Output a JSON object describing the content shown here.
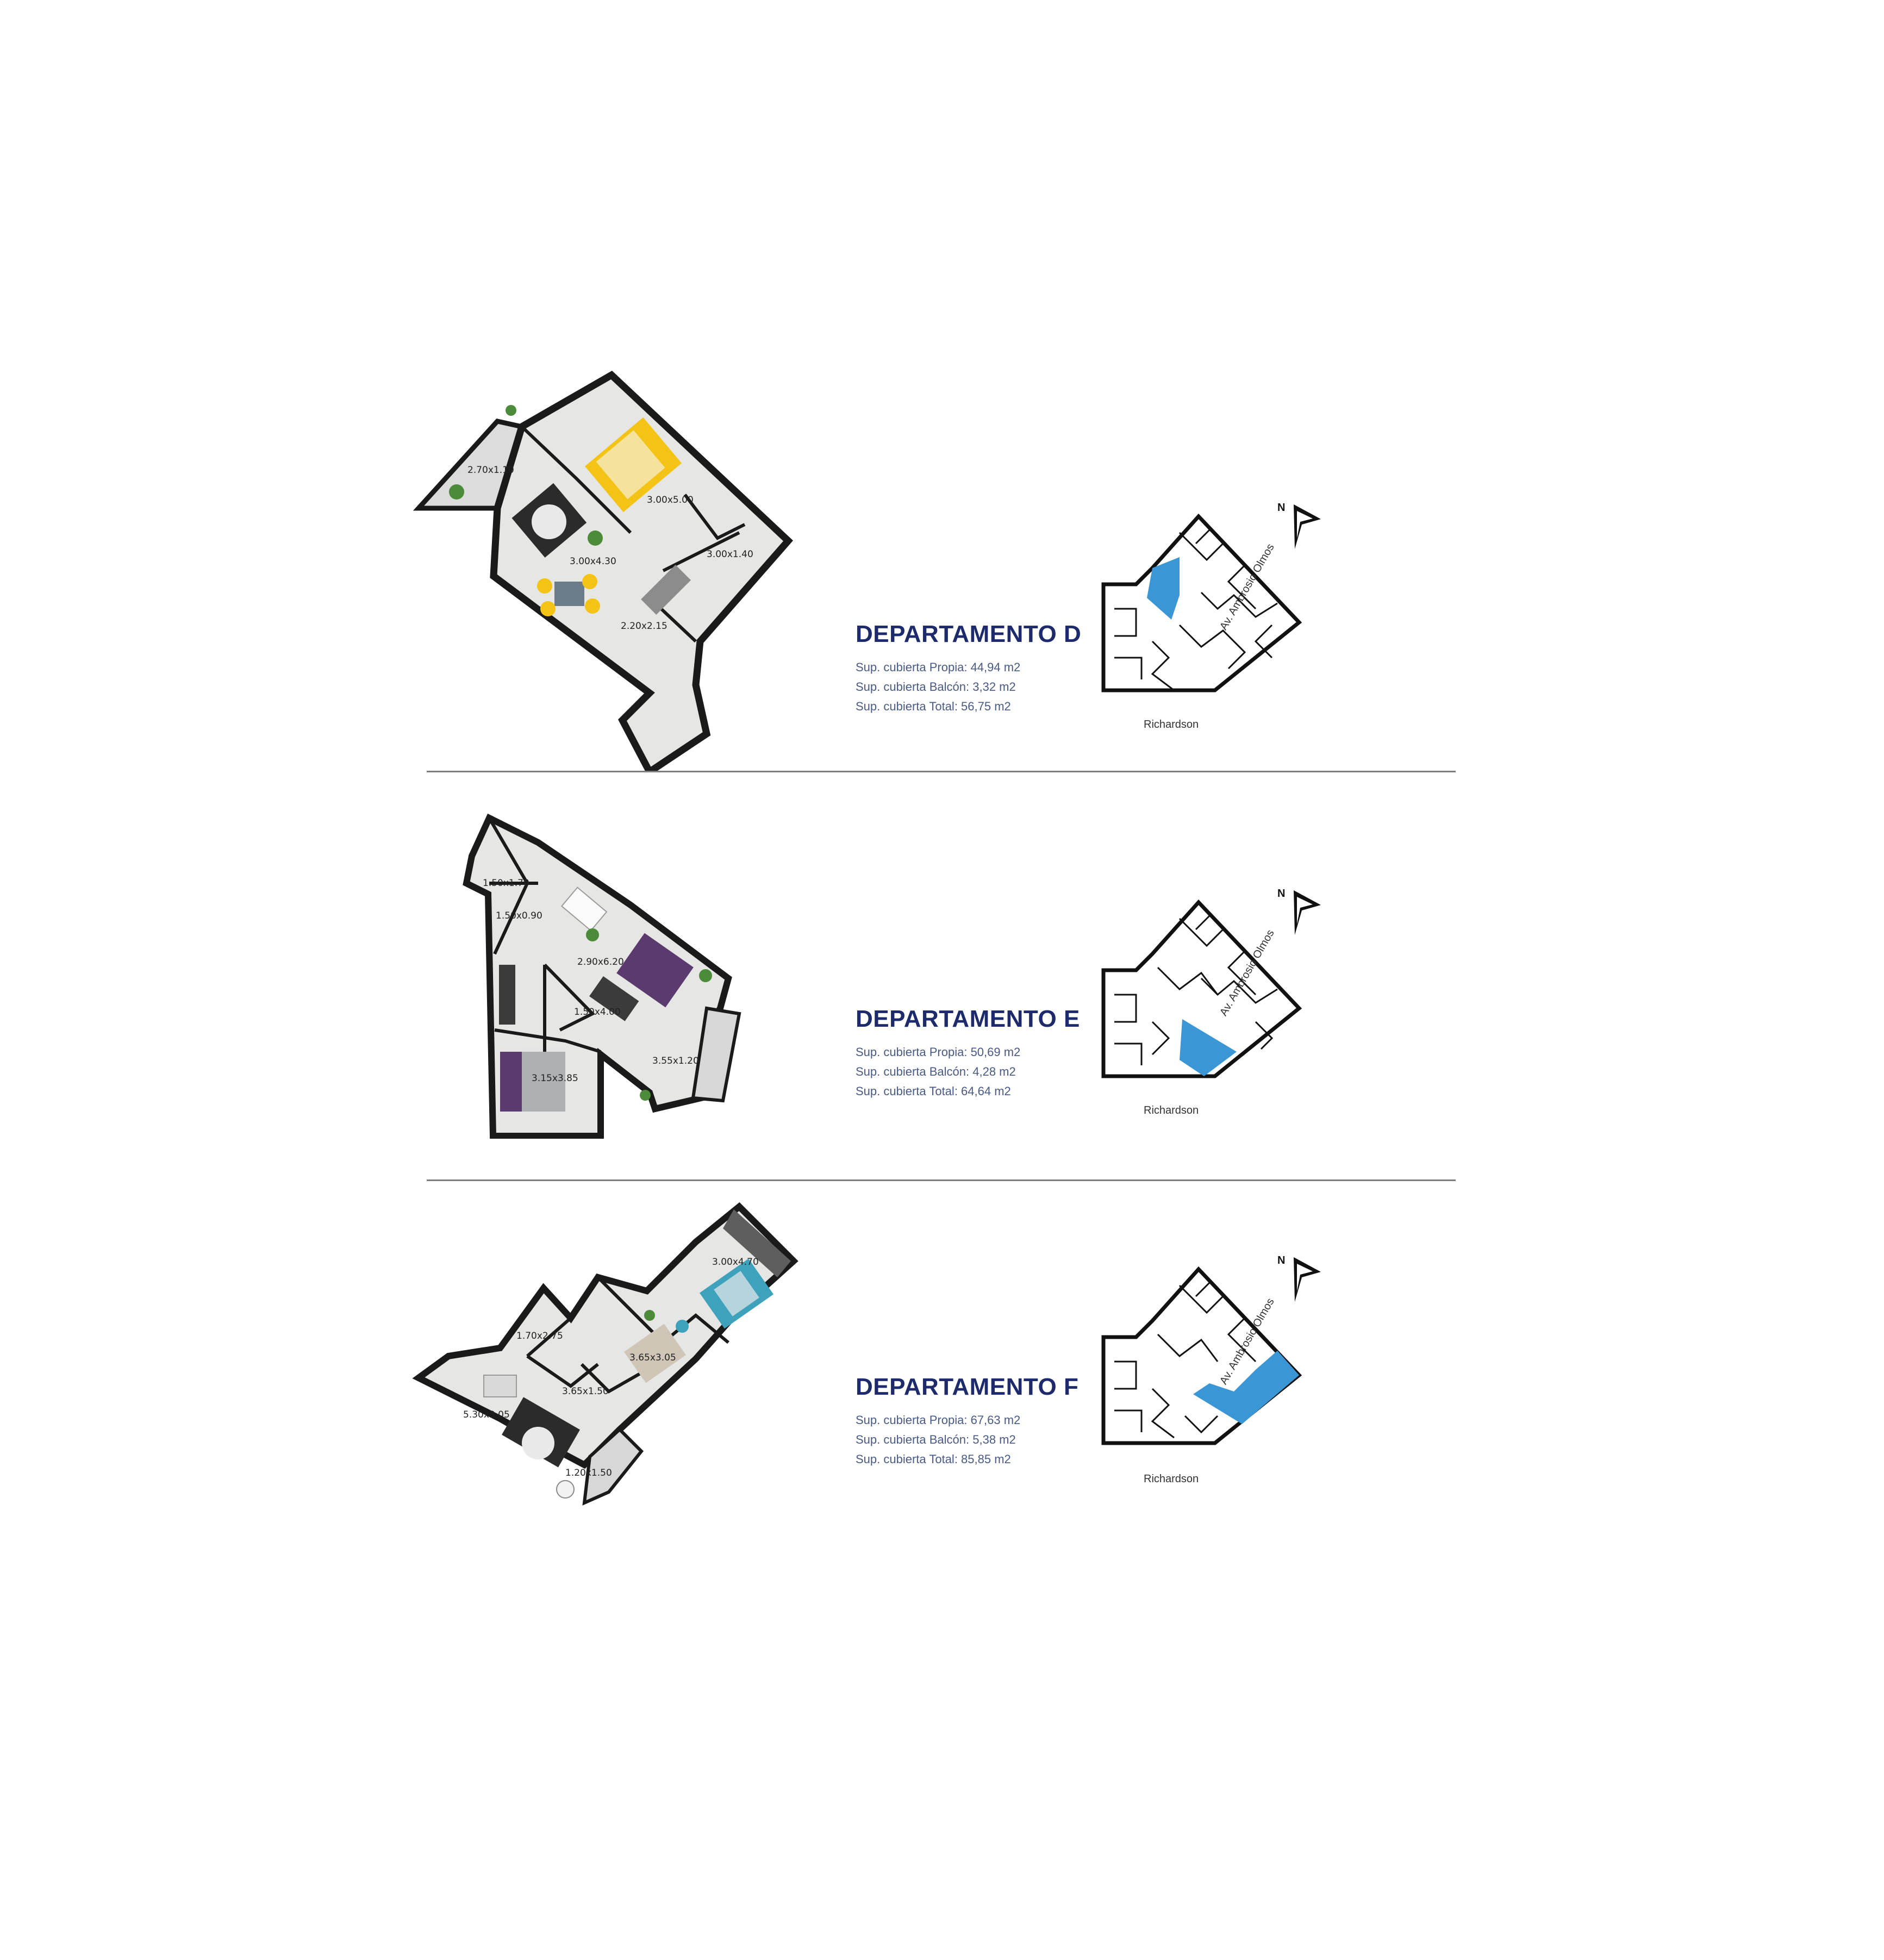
{
  "colors": {
    "title": "#1d2a6b",
    "specs": "#4a5a86",
    "highlight": "#3b96d6",
    "wall": "#1a1a1a",
    "floor": "#e6e6e4",
    "divider": "#7d7d7d"
  },
  "north_label": "N",
  "street_south": "Richardson",
  "street_east": "Av. Ambrosio Olmos",
  "units": [
    {
      "title": "DEPARTAMENTO D",
      "specs": [
        "Sup. cubierta Propia: 44,94 m2",
        "Sup. cubierta Balcón: 3,32 m2",
        "Sup. cubierta Total: 56,75 m2"
      ],
      "dims": [
        "2.70x1.10",
        "3.00x5.00",
        "3.00x4.30",
        "3.00x1.40",
        "2.20x2.15"
      ],
      "accent": "#f3c316"
    },
    {
      "title": "DEPARTAMENTO E",
      "specs": [
        "Sup. cubierta Propia: 50,69 m2",
        "Sup. cubierta Balcón: 4,28 m2",
        "Sup. cubierta Total: 64,64 m2"
      ],
      "dims": [
        "1.50x1.70",
        "1.50x0.90",
        "2.90x6.20",
        "1.50x4.00",
        "3.55x1.20",
        "3.15x3.85"
      ],
      "accent": "#5b3a6e"
    },
    {
      "title": "DEPARTAMENTO F",
      "specs": [
        "Sup. cubierta Propia: 67,63 m2",
        "Sup. cubierta Balcón: 5,38 m2",
        "Sup. cubierta Total: 85,85 m2"
      ],
      "dims": [
        "3.00x4.70",
        "1.70x2.75",
        "3.65x3.05",
        "3.65x1.50",
        "5.30x3.05",
        "1.20x1.50"
      ],
      "accent": "#3fa2bd"
    }
  ]
}
